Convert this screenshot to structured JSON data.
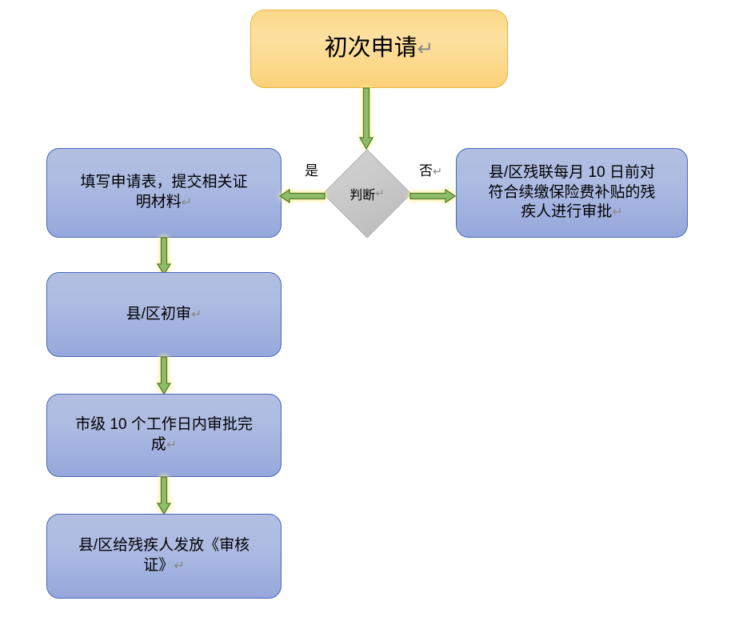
{
  "document": {
    "type": "flowchart",
    "title": "初次申请流程图",
    "language": "zh-CN",
    "background_color": "#ffffff"
  },
  "palette": {
    "start_fill_top": "#fcd887",
    "start_fill_bottom": "#fbd27a",
    "start_border": "#e8b23a",
    "process_fill_top": "#b2bfe2",
    "process_fill_bottom": "#95a7db",
    "process_border": "#4a68b8",
    "decision_fill": "#c9c9c9",
    "decision_border": "#a6a6a6",
    "arrow_fill": "#8fbc6a",
    "arrow_border": "#4f7a2e",
    "arrow_glow": "#fdf09a",
    "text_color": "#000000",
    "pilcrow_color": "#8a8a8a"
  },
  "nodes": {
    "start": {
      "id": "start",
      "shape": "rounded-rectangle",
      "text": "初次申请",
      "pilcrow": "↵",
      "style": "orange"
    },
    "fill_form": {
      "id": "fill_form",
      "shape": "rounded-rectangle",
      "text": "填写申请表，提交相关证\n明材料",
      "pilcrow": "↵",
      "style": "blue"
    },
    "decision": {
      "id": "decision",
      "shape": "diamond",
      "text": "判断",
      "pilcrow": "↵",
      "style": "gray"
    },
    "renewal_review": {
      "id": "renewal_review",
      "shape": "rounded-rectangle",
      "text": "县/区残联每月 10 日前对\n符合续缴保险费补贴的残\n疾人进行审批",
      "pilcrow": "↵",
      "style": "blue"
    },
    "county_first_review": {
      "id": "county_first_review",
      "shape": "rounded-rectangle",
      "text": "县/区初审",
      "pilcrow": "↵",
      "style": "blue"
    },
    "city_approval": {
      "id": "city_approval",
      "shape": "rounded-rectangle",
      "text": "市级 10 个工作日内审批完\n成",
      "pilcrow": "↵",
      "style": "blue"
    },
    "issue_certificate": {
      "id": "issue_certificate",
      "shape": "rounded-rectangle",
      "text": "县/区给残疾人发放《审核\n证》",
      "pilcrow": "↵",
      "style": "blue"
    }
  },
  "edges": [
    {
      "id": "start-to-decision",
      "from": "start",
      "to": "decision",
      "direction": "down",
      "label": ""
    },
    {
      "id": "decision-to-fill-form",
      "from": "decision",
      "to": "fill_form",
      "direction": "left",
      "label": "是",
      "label_pilcrow": ""
    },
    {
      "id": "decision-to-renewal-review",
      "from": "decision",
      "to": "renewal_review",
      "direction": "right",
      "label": "否",
      "label_pilcrow": "↵"
    },
    {
      "id": "fill-form-to-county-first-review",
      "from": "fill_form",
      "to": "county_first_review",
      "direction": "down",
      "label": ""
    },
    {
      "id": "county-first-review-to-city-approval",
      "from": "county_first_review",
      "to": "city_approval",
      "direction": "down",
      "label": ""
    },
    {
      "id": "city-approval-to-issue-certificate",
      "from": "city_approval",
      "to": "issue_certificate",
      "direction": "down",
      "label": ""
    }
  ]
}
